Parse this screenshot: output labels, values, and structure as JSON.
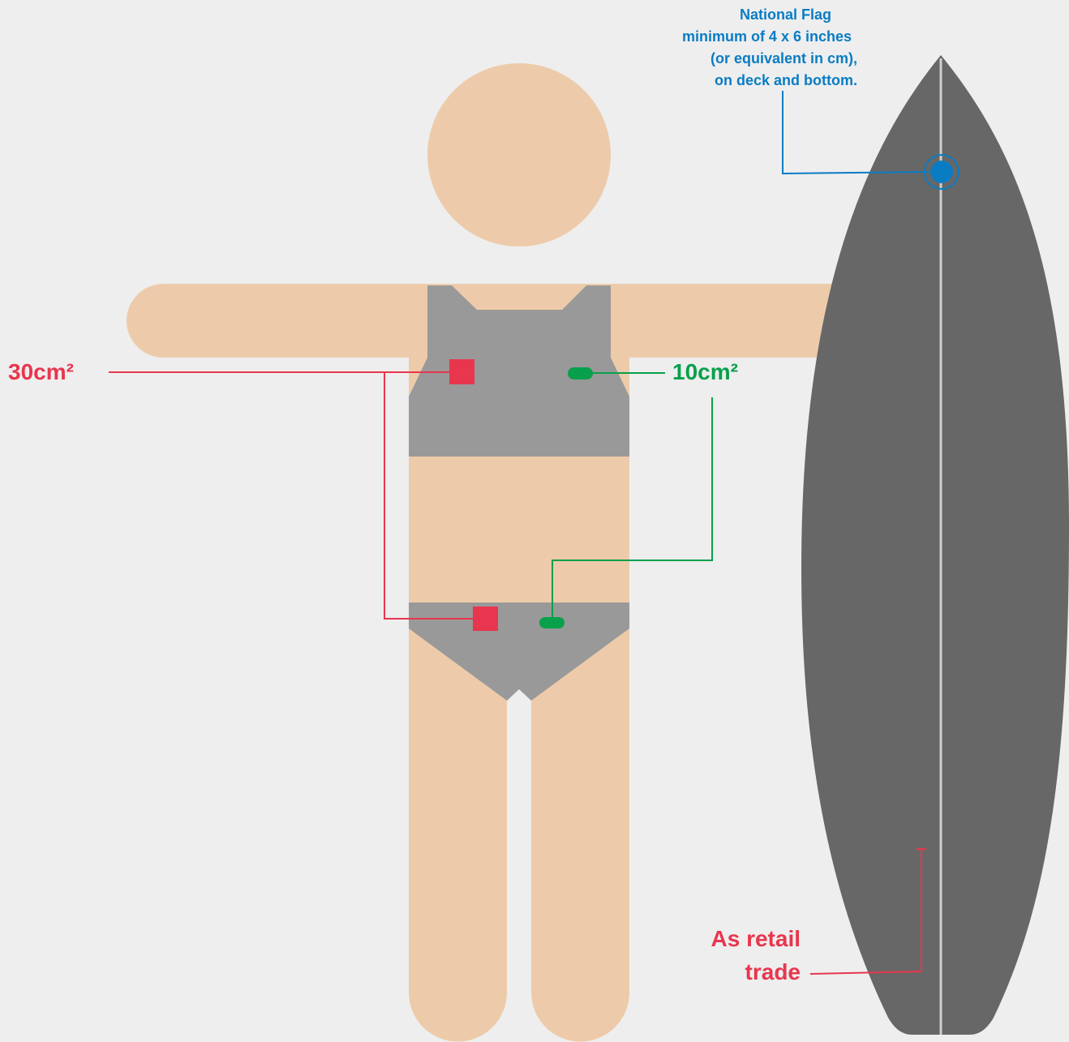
{
  "colors": {
    "background": "#eeeeee",
    "skin": "#edcbaa",
    "swimwear": "#999999",
    "surfboard": "#676767",
    "stringer": "#cfcfcf",
    "logo_30": "#e8364e",
    "logo_10": "#08a04b",
    "flag": "#0a7cc4"
  },
  "labels": {
    "area_30": "30cm²",
    "area_10": "10cm²",
    "flag_line1": "National Flag",
    "flag_line2": "minimum of 4 x 6 inches",
    "flag_line3": "(or equivalent in cm),",
    "flag_line4": "on deck and bottom.",
    "retail_line1": "As retail",
    "retail_line2": "trade"
  }
}
